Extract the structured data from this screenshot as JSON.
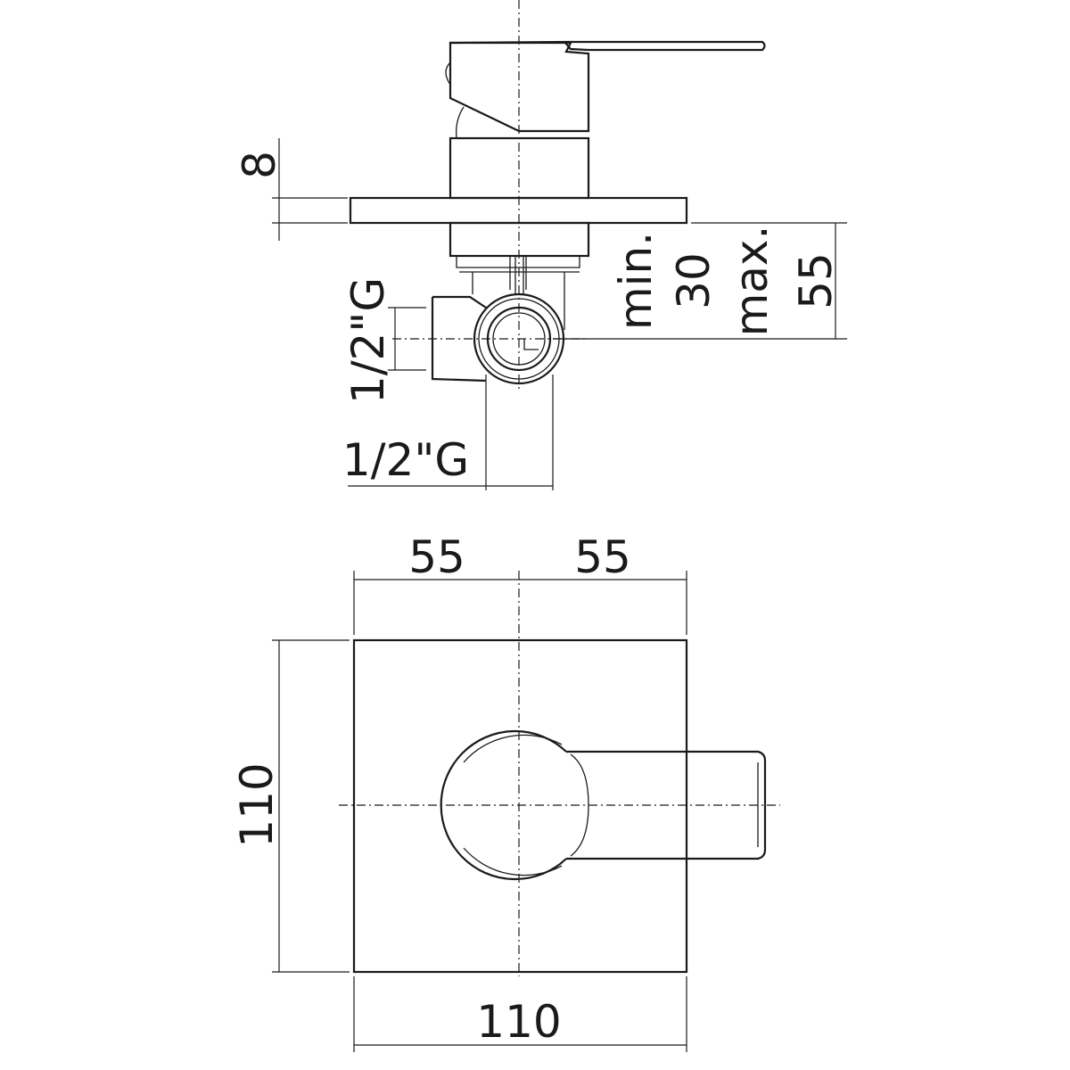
{
  "side_view": {
    "plate_thickness": "8",
    "depth_min_label": "min.",
    "depth_min_value": "30",
    "depth_max_label": "max.",
    "depth_max_value": "55",
    "inlet_vertical": "1/2\"G",
    "inlet_horizontal": "1/2\"G"
  },
  "front_view": {
    "half_width_left": "55",
    "half_width_right": "55",
    "height": "110",
    "width": "110"
  }
}
